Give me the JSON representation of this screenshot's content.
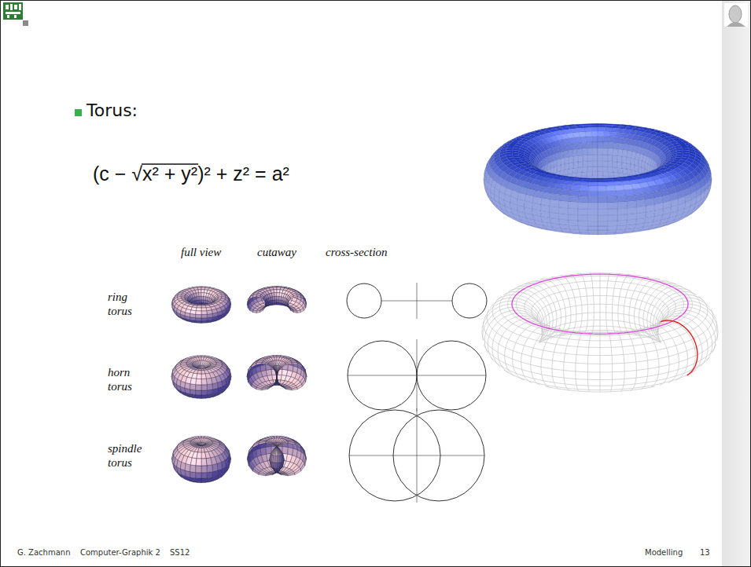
{
  "diagram": {
    "title": "Torus:",
    "labels": [
      "(c − √x² + y²)² + z² = a²",
      "full view",
      "cutaway",
      "cross-section",
      "ring torus",
      "horn torus",
      "spindle torus",
      "G. Zachmann",
      "Computer-Graphik 2",
      "SS12",
      "Modelling",
      "13"
    ]
  }
}
